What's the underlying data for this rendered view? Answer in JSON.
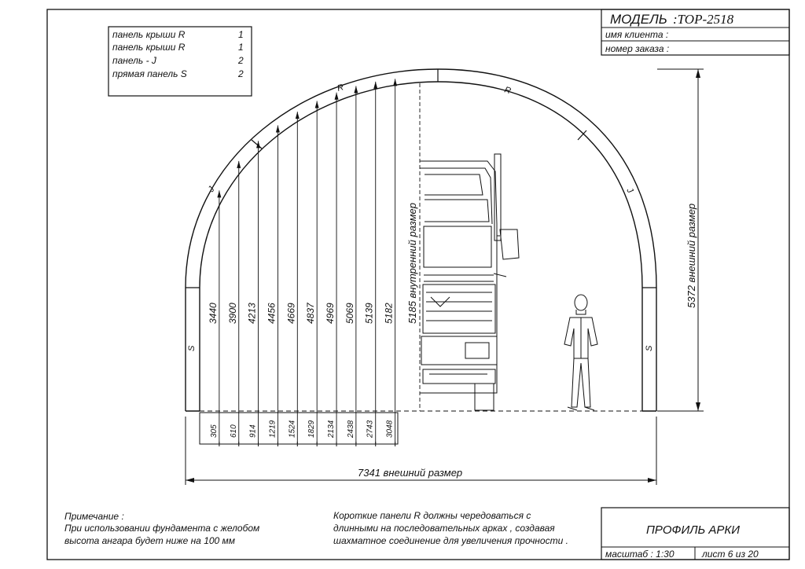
{
  "title_block": {
    "model_label": "МОДЕЛЬ",
    "model_value": ":TOP-2518",
    "client_label": "имя клиента :",
    "order_label": "номер заказа :",
    "drawing_title": "ПРОФИЛЬ АРКИ",
    "scale": "масштаб : 1:30",
    "sheet": "лист  6  из  20"
  },
  "parts_list": [
    {
      "name": "панель крыши  R",
      "qty": "1"
    },
    {
      "name": "панель крыши  R",
      "qty": "1"
    },
    {
      "name": "панель  - J",
      "qty": "2"
    },
    {
      "name": "прямая панель  S",
      "qty": "2"
    }
  ],
  "panel_labels": {
    "r": "R",
    "j": "J",
    "s": "S"
  },
  "heights": [
    "3440",
    "3900",
    "4213",
    "4456",
    "4669",
    "4837",
    "4969",
    "5069",
    "5139",
    "5182"
  ],
  "offsets": [
    "305",
    "610",
    "914",
    "1219",
    "1524",
    "1829",
    "2134",
    "2438",
    "2743",
    "3048"
  ],
  "inner_height": "5185  внутренний  размер",
  "outer_height": "5372  внешний  размер",
  "outer_width": "7341  внешний  размер",
  "note_left": {
    "heading": "Примечание :",
    "line1": "При использовании фундамента с желобом",
    "line2": "высота ангара будет ниже на  100  мм"
  },
  "note_right": {
    "line1": "Короткие панели  R  должны чередоваться  с",
    "line2": "длинными на последовательных арках , создавая",
    "line3": "шахматное соединение для увеличения прочности ."
  }
}
